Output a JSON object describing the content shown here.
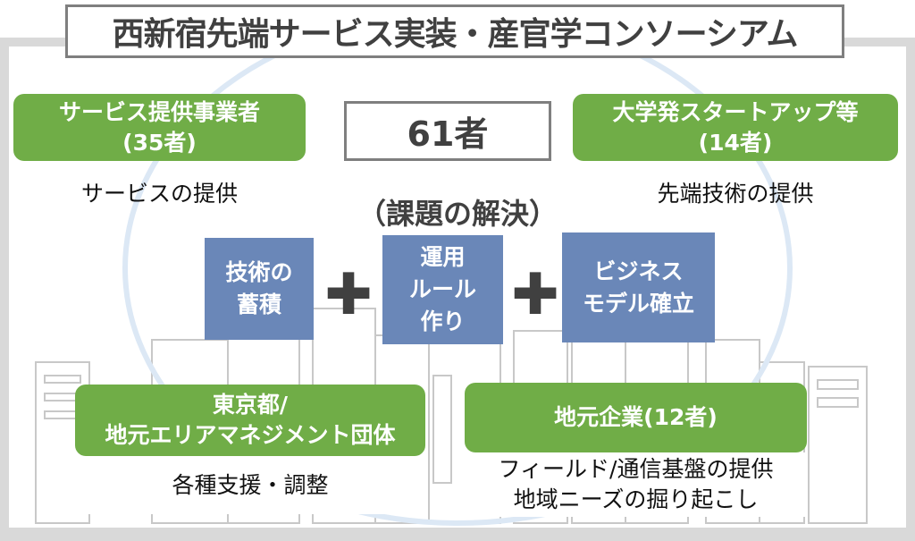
{
  "title": "西新宿先端サービス実装・産官学コンソーシアム",
  "total": "61者",
  "issue_heading": "（課題の解決）",
  "groups": {
    "service": {
      "name": "サービス提供事業者",
      "count": "(35者)",
      "role": "サービスの提供"
    },
    "startup": {
      "name": "大学発スタートアップ等",
      "count": "(14者)",
      "role": "先端技術の提供"
    },
    "tokyo": {
      "name_line1": "東京都/",
      "name_line2": "地元エリアマネジメント団体",
      "role": "各種支援・調整"
    },
    "local": {
      "name": "地元企業(12者)",
      "role_line1": "フィールド/通信基盤の提供",
      "role_line2": "地域ニーズの掘り起こし"
    }
  },
  "solutions": [
    {
      "line1": "技術の",
      "line2": "蓄積"
    },
    {
      "line1": "運用",
      "line2": "ルール",
      "line3": "作り"
    },
    {
      "line1": "ビジネス",
      "line2": "モデル確立"
    }
  ],
  "plus_symbol": "✚",
  "colors": {
    "green": "#70ad47",
    "blue": "#6a87b8",
    "circle": "#dce8f5"
  }
}
